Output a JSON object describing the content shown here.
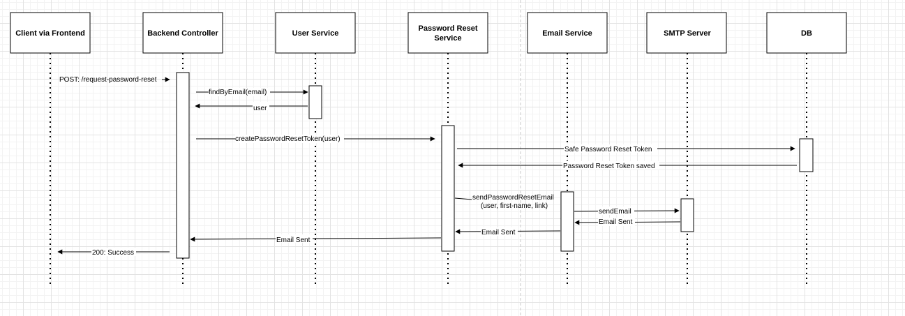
{
  "participants": {
    "client": "Client via Frontend",
    "backend": "Backend Controller",
    "user_service": "User Service",
    "password_reset_service_line1": "Password Reset",
    "password_reset_service_line2": "Service",
    "email_service": "Email Service",
    "smtp_server": "SMTP Server",
    "db": "DB"
  },
  "messages": {
    "request_reset": "POST: /request-password-reset",
    "find_by_email": "findByEmail(email)",
    "user_return": "user",
    "create_token": "createPasswordResetToken(user)",
    "save_token": "Safe Password Reset Token",
    "token_saved": "Password Reset Token saved",
    "send_reset_email_line1": "sendPasswordResetEmail",
    "send_reset_email_line2": "(user, first-name, link)",
    "send_email": "sendEmail",
    "smtp_email_sent": "Email Sent",
    "email_service_sent": "Email Sent",
    "reset_service_sent": "Email Sent",
    "success": "200: Success"
  }
}
